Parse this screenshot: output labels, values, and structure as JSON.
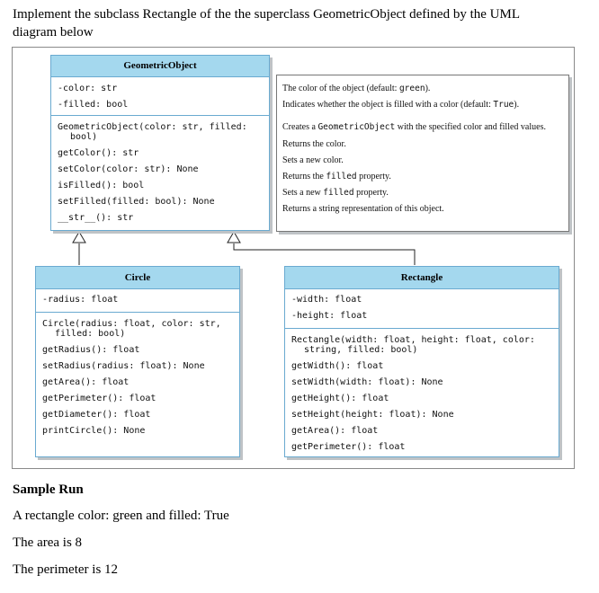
{
  "intro_text": "Implement the subclass Rectangle of the the superclass GeometricObject defined by the UML diagram below",
  "geometric_object": {
    "name": "GeometricObject",
    "attributes": [
      "-color: str",
      "-filled: bool"
    ],
    "methods": [
      {
        "line1": "GeometricObject(color: str, filled:",
        "line2": "bool)"
      },
      "getColor(): str",
      "setColor(color: str): None",
      "isFilled(): bool",
      "setFilled(filled: bool): None",
      "__str__(): str"
    ]
  },
  "descriptions": {
    "color": {
      "pre": "The color of the object (default: ",
      "code": "green",
      "post": ")."
    },
    "filled": {
      "pre": "Indicates whether the object is filled with a color (default: ",
      "code": "True",
      "post": ")."
    },
    "constructor": {
      "pre": "Creates a ",
      "code": "GeometricObject",
      "post": " with the specified color and filled values."
    },
    "get_color": "Returns the color.",
    "set_color": "Sets a new color.",
    "is_filled": {
      "pre": "Returns the ",
      "code": "filled",
      "post": " property."
    },
    "set_filled": {
      "pre": "Sets a new ",
      "code": "filled",
      "post": " property."
    },
    "to_string": "Returns a string representation of this object."
  },
  "circle": {
    "name": "Circle",
    "attributes": [
      "-radius: float"
    ],
    "methods": [
      {
        "line1": "Circle(radius: float, color: str,",
        "line2": "filled: bool)"
      },
      "getRadius(): float",
      "setRadius(radius: float): None",
      "getArea(): float",
      "getPerimeter(): float",
      "getDiameter(): float",
      "printCircle(): None"
    ]
  },
  "rectangle": {
    "name": "Rectangle",
    "attributes": [
      "-width: float",
      "-height: float"
    ],
    "methods": [
      {
        "line1": "Rectangle(width: float, height: float, color:",
        "line2": "string, filled: bool)"
      },
      "getWidth(): float",
      "setWidth(width: float): None",
      "getHeight(): float",
      "setHeight(height: float): None",
      "getArea(): float",
      "getPerimeter(): float"
    ]
  },
  "sample_run": {
    "heading": "Sample Run",
    "lines": [
      "A rectangle color: green and filled: True",
      "The area is 8",
      "The perimeter is 12"
    ]
  }
}
